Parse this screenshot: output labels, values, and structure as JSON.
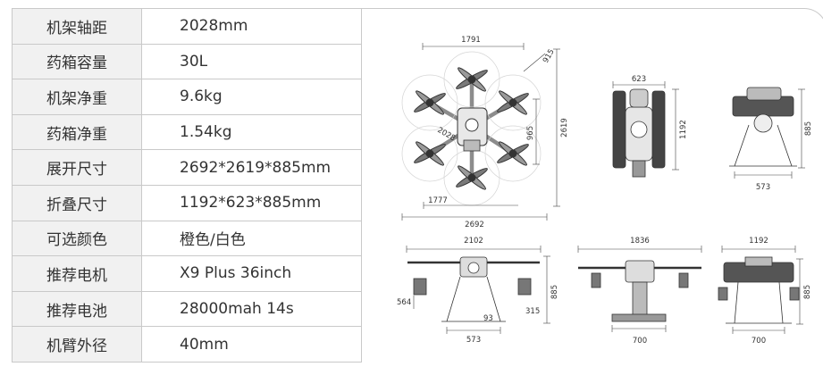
{
  "specs": [
    {
      "key": "机架轴距",
      "value": "2028mm"
    },
    {
      "key": "药箱容量",
      "value": "30L"
    },
    {
      "key": "机架净重",
      "value": "9.6kg"
    },
    {
      "key": "药箱净重",
      "value": "1.54kg"
    },
    {
      "key": "展开尺寸",
      "value": "2692*2619*885mm"
    },
    {
      "key": "折叠尺寸",
      "value": "1192*623*885mm"
    },
    {
      "key": "可选颜色",
      "value": "橙色/白色"
    },
    {
      "key": "推荐电机",
      "value": "X9 Plus 36inch"
    },
    {
      "key": "推荐电池",
      "value": "28000mah 14s"
    },
    {
      "key": "机臂外径",
      "value": "40mm"
    }
  ],
  "dimensions": {
    "top_view": {
      "d1791": "1791",
      "d915": "915",
      "d965": "965",
      "d2619": "2619",
      "d2028": "2028",
      "d1777": "1777",
      "d2692": "2692"
    },
    "folded_front": {
      "d623": "623",
      "d1192": "1192"
    },
    "folded_side": {
      "d885": "885",
      "d573": "573"
    },
    "unfolded_front": {
      "d2102": "2102",
      "d564": "564",
      "d885": "885",
      "d93": "93",
      "d315": "315",
      "d573": "573"
    },
    "unfolded_side": {
      "d1836": "1836",
      "d700": "700"
    },
    "folded_side2": {
      "d1192": "1192",
      "d885": "885",
      "d700": "700"
    }
  }
}
